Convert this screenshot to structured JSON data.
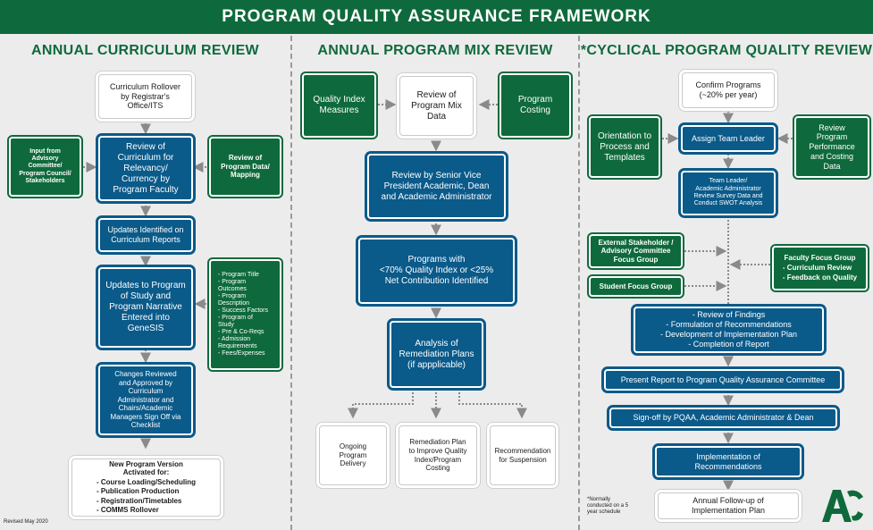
{
  "header": {
    "title": "PROGRAM QUALITY ASSURANCE FRAMEWORK"
  },
  "columns": {
    "curriculum": "ANNUAL CURRICULUM REVIEW",
    "mix": "ANNUAL PROGRAM MIX REVIEW",
    "cyclical": "*CYCLICAL PROGRAM QUALITY REVIEW"
  },
  "curriculum": {
    "rollover": "Curriculum Rollover\nby Registrar's\nOffice/ITS",
    "input": "Input from\nAdvisory\nCommittee/\nProgram Council/\nStakeholders",
    "review_relevancy": "Review of\nCurriculum for\nRelevancy/\nCurrency by\nProgram Faculty",
    "review_data": "Review of\nProgram Data/\nMapping",
    "updates_identified": "Updates Identified on\nCurriculum Reports",
    "updates_study": "Updates to Program\nof Study and\nProgram Narrative\nEntered into\nGeneSIS",
    "items": [
      "- Program Title",
      "- Program\n  Outcomes",
      "- Program\n  Description",
      "- Success Factors",
      "- Program of\n  Study",
      "- Pre & Co-Reqs",
      "- Admission\n  Requirements",
      "- Fees/Expenses"
    ],
    "changes_reviewed": "Changes Reviewed\nand Approved by\nCurriculum\nAdministrator and\nChairs/Academic\nManagers Sign Off via\nChecklist",
    "new_version_title": "New Program Version\nActivated for:",
    "new_version_items": [
      "- Course Loading/Scheduling",
      "- Publication Production",
      "- Registration/Timetables",
      "- COMMS Rollover"
    ],
    "revised": "Revised May 2020"
  },
  "mix": {
    "quality_index": "Quality Index\nMeasures",
    "review_data": "Review of\nProgram Mix\nData",
    "costing": "Program\nCosting",
    "senior_review": "Review by Senior Vice\nPresident Academic, Dean\nand Academic Administrator",
    "programs_with": "Programs with\n<70% Quality Index or <25%\nNet Contribution Identified",
    "analysis": "Analysis of\nRemediation Plans\n(if appplicable)",
    "ongoing": "Ongoing\nProgram\nDelivery",
    "remediation": "Remediation Plan\nto Improve Quality\nIndex/Program\nCosting",
    "suspension": "Recommendation\nfor Suspension"
  },
  "cyclical": {
    "confirm": "Confirm Programs\n(~20% per year)",
    "orientation": "Orientation to\nProcess and\nTemplates",
    "assign": "Assign Team Leader",
    "perf": "Review\nProgram\nPerformance\nand Costing\nData",
    "team_leader": "Team Leader/\nAcademic Administrator\nReview Survey Data and\nConduct SWOT Analysis",
    "external": "External Stakeholder /\nAdvisory Committee\nFocus Group",
    "faculty_title": "Faculty Focus Group",
    "faculty_items": [
      "- Curriculum Review",
      "- Feedback on Quality"
    ],
    "student": "Student Focus Group",
    "findings": "- Review of Findings\n- Formulation of Recommendations\n- Development of Implementation Plan\n- Completion of Report",
    "present": "Present Report to Program Quality Assurance Committee",
    "signoff": "Sign-off by PQAA, Academic Administrator & Dean",
    "implementation": "Implementation of\nRecommendations",
    "followup": "Annual Follow-up of\nImplementation Plan",
    "note": "*Normally\nconducted on a 5\nyear schedule"
  },
  "logo": {
    "text": "AC"
  },
  "colors": {
    "green": "#0e6a3c",
    "blue": "#0a5a8a",
    "background": "#ececec"
  }
}
